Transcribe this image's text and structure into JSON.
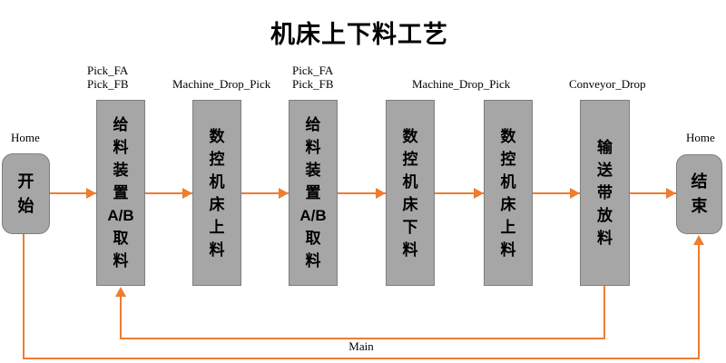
{
  "title": "机床上下料工艺",
  "colors": {
    "accent": "#ED7D31",
    "box-fill": "#A6A6A6",
    "box-border": "#7F7F7F",
    "text-color": "#000000"
  },
  "nodes": {
    "start": "开\n始",
    "step1": "给\n料\n装\n置\nA/B\n取\n料",
    "step2": "数\n控\n机\n床\n上\n料",
    "step3": "给\n料\n装\n置\nA/B\n取\n料",
    "step4": "数\n控\n机\n床\n下\n料",
    "step5": "数\n控\n机\n床\n上\n料",
    "step6": "输\n送\n带\n放\n料",
    "end": "结\n束"
  },
  "annotations": {
    "pick_label_1": "Pick_FA\nPick_FB",
    "machine_label_1": "Machine_Drop_Pick",
    "pick_label_2": "Pick_FA\nPick_FB",
    "machine_label_2": "Machine_Drop_Pick",
    "conveyor_label": "Conveyor_Drop",
    "home_label_left": "Home",
    "home_label_right": "Home",
    "main_label": "Main"
  }
}
